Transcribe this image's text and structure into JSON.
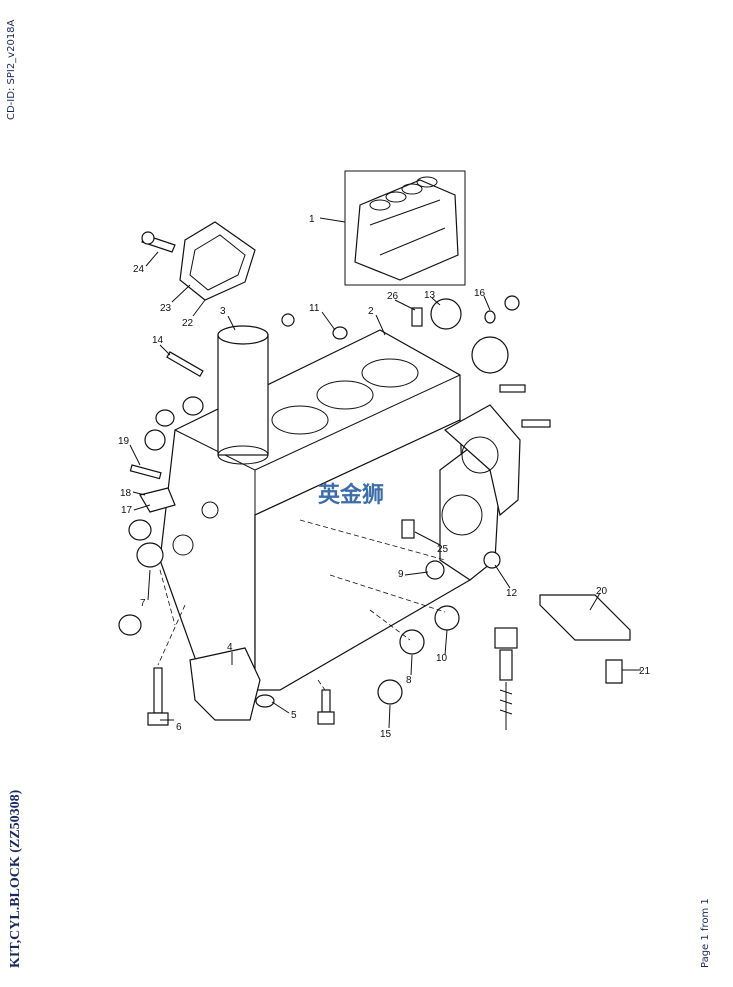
{
  "cd_id": "CD-ID: SPI2_v2018A",
  "title": "KIT,CYL.BLOCK (ZZ50308)",
  "page_info": "Page 1 from 1",
  "watermark": "英金狮",
  "colors": {
    "text": "#1b2a5c",
    "watermark": "#3d6ea8"
  },
  "callouts": [
    "1",
    "24",
    "23",
    "22",
    "3",
    "11",
    "2",
    "26",
    "13",
    "16",
    "14",
    "19",
    "18",
    "17",
    "7",
    "4",
    "6",
    "5",
    "25",
    "9",
    "12",
    "20",
    "10",
    "8",
    "15",
    "21"
  ]
}
